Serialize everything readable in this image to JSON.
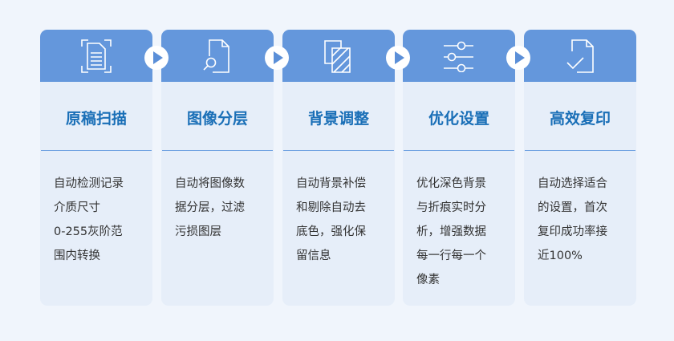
{
  "colors": {
    "background": "#f0f5fc",
    "header": "#6497dc",
    "card": "#e6eef9",
    "title": "#1a6fb7"
  },
  "steps": [
    {
      "icon": "scan-document-icon",
      "title": "原稿扫描",
      "lines": [
        "自动检测记录",
        "介质尺寸",
        "0-255灰阶范",
        "围内转换"
      ]
    },
    {
      "icon": "document-search-icon",
      "title": "图像分层",
      "lines": [
        "自动将图像数",
        "据分层，过滤",
        "污损图层"
      ]
    },
    {
      "icon": "layers-icon",
      "title": "背景调整",
      "lines": [
        "自动背景补偿",
        "和剔除自动去",
        "底色，强化保",
        "留信息"
      ]
    },
    {
      "icon": "sliders-icon",
      "title": "优化设置",
      "lines": [
        "优化深色背景",
        "与折痕实时分",
        "析，增强数据",
        "每一行每一个",
        "像素"
      ]
    },
    {
      "icon": "document-check-icon",
      "title": "高效复印",
      "lines": [
        "自动选择适合",
        "的设置，首次",
        "复印成功率接",
        "近100%"
      ]
    }
  ]
}
